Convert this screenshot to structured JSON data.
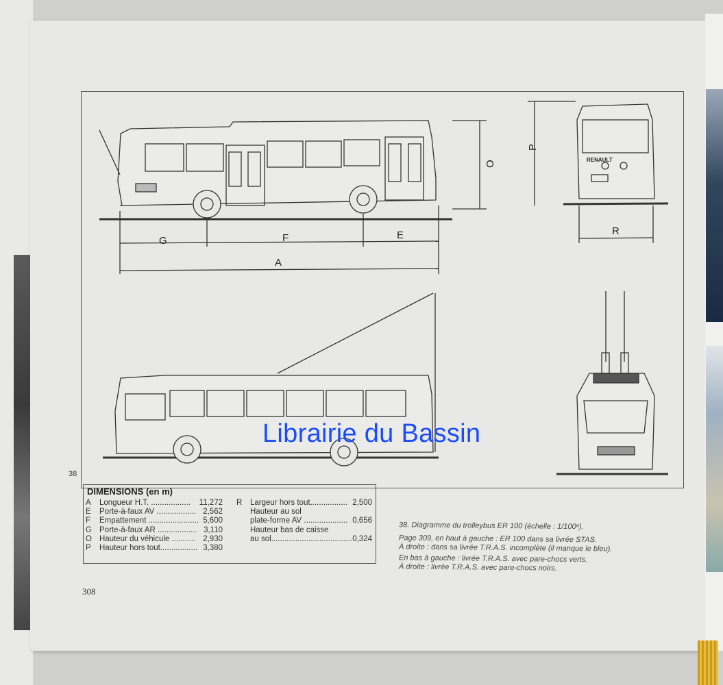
{
  "figure_number": "38",
  "dimension_labels": {
    "G": "G",
    "F": "F",
    "E": "E",
    "A": "A",
    "O": "O",
    "P": "P",
    "R": "R"
  },
  "front_logo": "RENAULT",
  "dimensions": {
    "title": "DIMENSIONS (en m)",
    "left": [
      {
        "letter": "A",
        "label": "Longueur H.T. ..................",
        "value": "11,272"
      },
      {
        "letter": "E",
        "label": "Porte-à-faux AV ..................",
        "value": "2,562"
      },
      {
        "letter": "F",
        "label": "Empattement .......................",
        "value": "5,600"
      },
      {
        "letter": "G",
        "label": "Porte-à-faux AR ..................",
        "value": "3,110"
      },
      {
        "letter": "O",
        "label": "Hauteur du véhicule ...........",
        "value": "2,930"
      },
      {
        "letter": "P",
        "label": "Hauteur hors tout.................",
        "value": "3,380"
      }
    ],
    "right": [
      {
        "letter": "R",
        "label": "Largeur hors tout.................",
        "value": "2,500"
      },
      {
        "letter": "",
        "label": "Hauteur au sol",
        "value": ""
      },
      {
        "letter": "",
        "label": "plate-forme AV ....................",
        "value": "0,656"
      },
      {
        "letter": "",
        "label": "Hauteur bas de caisse",
        "value": ""
      },
      {
        "letter": "",
        "label": "au sol.....................................",
        "value": "0,324"
      }
    ]
  },
  "caption": {
    "line1": "38. Diagramme du trolleybus ER 100 (échelle : 1/100ᵉ).",
    "line2": "Page 309, en haut à gauche : ER 100 dans sa livrée STAS.",
    "line3": "À droite : dans sa livrée T.R.A.S. incomplète (il manque le bleu).",
    "line4": "En bas à gauche : livrée T.R.A.S. avec pare-chocs verts.",
    "line5": "À droite : livrée T.R.A.S. avec pare-chocs noirs."
  },
  "page_number": "308",
  "watermark": "Librairie du Bassin"
}
